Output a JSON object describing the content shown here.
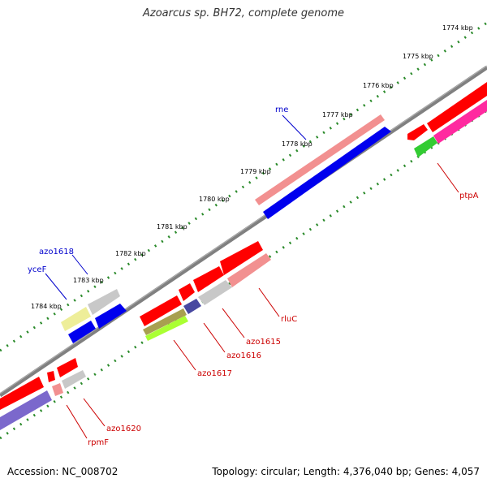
{
  "title": "Azoarcus sp. BH72, complete genome",
  "footer": {
    "accession": "Accession: NC_008702",
    "summary": "Topology: circular; Length: 4,376,040 bp; Genes: 4,057"
  },
  "colors": {
    "backbone": "#808080",
    "ruler_dots": "#2a8a2a",
    "forward_label": "#0000cc",
    "reverse_label": "#cc0000",
    "red": "#ff0000",
    "pink": "#f29090",
    "blue": "#0000ee",
    "grey": "#c8c8c8",
    "yellow": "#eeee99",
    "green": "#33cc33",
    "magenta": "#ff2aa0",
    "slate": "#7b68cc",
    "olive": "#a8a050",
    "lime": "#aaff33",
    "navy": "#4848a0"
  },
  "ruler": {
    "ticks": [
      "1774 kbp",
      "1775 kbp",
      "1776 kbp",
      "1777 kbp",
      "1778 kbp",
      "1779 kbp",
      "1780 kbp",
      "1781 kbp",
      "1782 kbp",
      "1783 kbp",
      "1784 kbp"
    ]
  },
  "labels": {
    "rne": "rne",
    "azo1618": "azo1618",
    "yceF": "yceF",
    "ptpA": "ptpA",
    "rluC": "rluC",
    "azo1615": "azo1615",
    "azo1616": "azo1616",
    "azo1617": "azo1617",
    "azo1620": "azo1620",
    "rpmF": "rpmF"
  }
}
